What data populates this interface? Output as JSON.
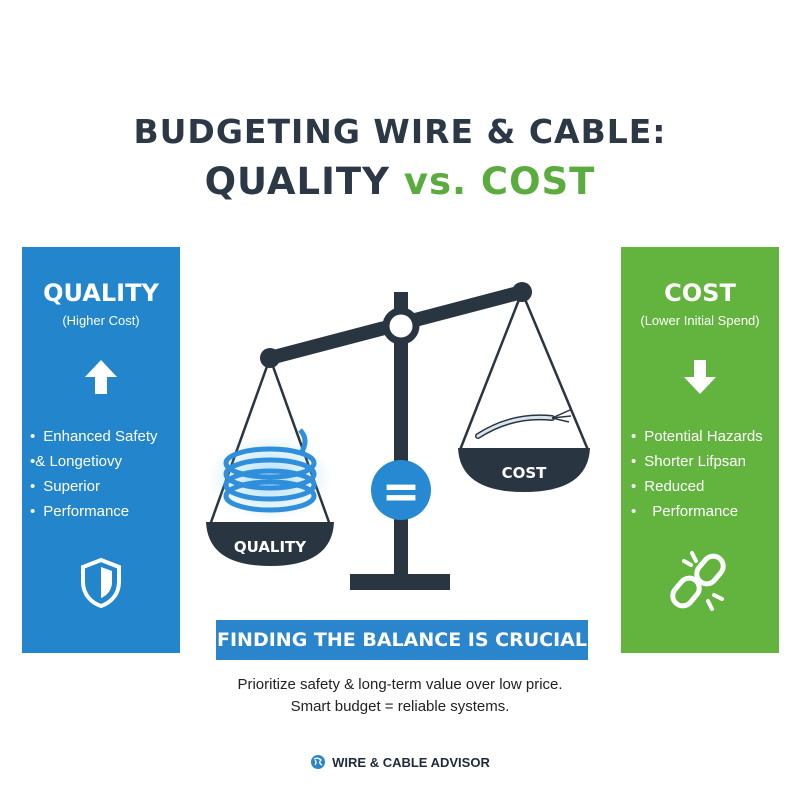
{
  "title": {
    "line1": "BUDGETING WIRE & CABLE:",
    "quality": "QUALITY",
    "vs": "vs.",
    "cost": "COST"
  },
  "left_panel": {
    "heading": "QUALITY",
    "subheading": "(Higher Cost)",
    "items": [
      "Enhanced Safety",
      "& Longetiovy",
      "Superior",
      "Performance"
    ],
    "color": "#2385cc"
  },
  "right_panel": {
    "heading": "COST",
    "subheading": "(Lower Initial Spend)",
    "items": [
      "Potential Hazards",
      "Shorter Lifpsan",
      "Reduced",
      "Performance"
    ],
    "color": "#63b33f"
  },
  "scale": {
    "left_pan_label": "QUALITY",
    "right_pan_label": "COST",
    "equals_symbol": "="
  },
  "banner": {
    "text": "FINDING THE BALANCE IS CRUCIAL"
  },
  "footer": {
    "line1": "Prioritize safety & long-term value over low price.",
    "line2": "Smart budget = reliable systems.",
    "brand": "WIRE & CABLE ADVISOR"
  }
}
